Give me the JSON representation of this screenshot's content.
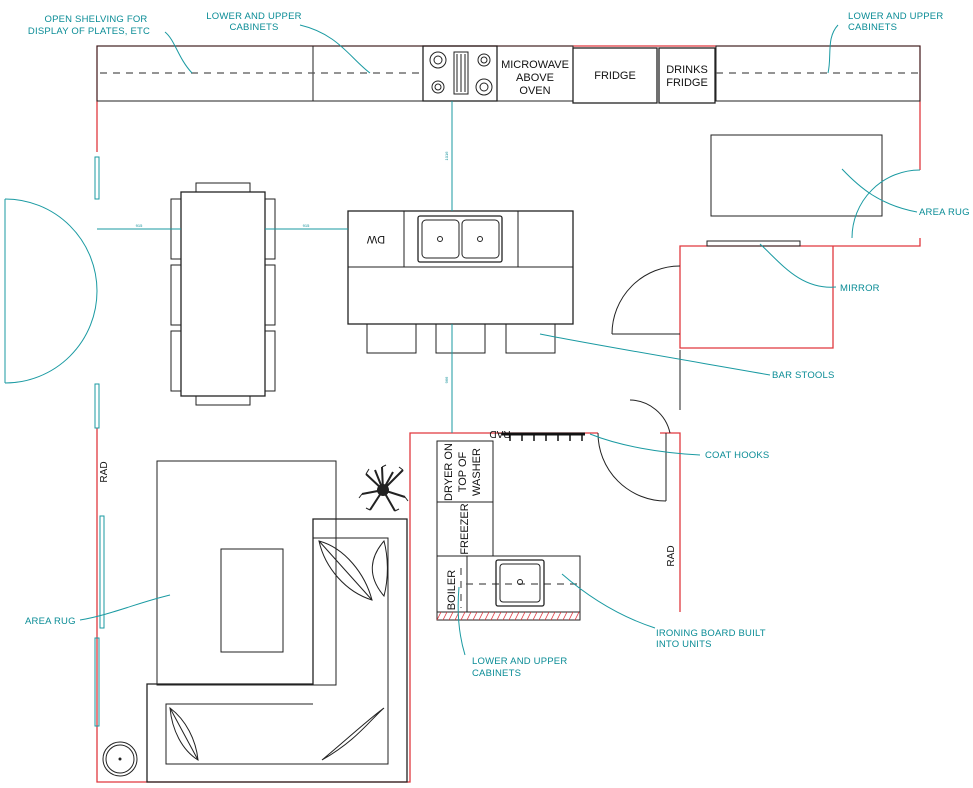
{
  "diagram": {
    "colors": {
      "walls": "#e0383e",
      "annotations": "#0a8c96",
      "fixtures": "#222222",
      "hatch": "#e0383e"
    },
    "annotations": {
      "open_shelving_1": "OPEN SHELVING FOR",
      "open_shelving_2": "DISPLAY OF PLATES, ETC",
      "lower_upper_left_1": "LOWER AND UPPER",
      "lower_upper_left_2": "CABINETS",
      "lower_upper_right_1": "LOWER AND UPPER",
      "lower_upper_right_2": "CABINETS",
      "area_rug_right": "AREA RUG",
      "mirror": "MIRROR",
      "bar_stools": "BAR STOOLS",
      "coat_hooks": "COAT HOOKS",
      "area_rug_left": "AREA RUG",
      "ironing_1": "IRONING BOARD BUILT",
      "ironing_2": "INTO UNITS",
      "lower_upper_utility_1": "LOWER AND UPPER",
      "lower_upper_utility_2": "CABINETS"
    },
    "appliances": {
      "microwave_1": "MICROWAVE",
      "microwave_2": "ABOVE",
      "microwave_3": "OVEN",
      "fridge": "FRIDGE",
      "drinks_1": "DRINKS",
      "drinks_2": "FRIDGE",
      "dishwasher": "DW",
      "dryer_1": "DRYER ON",
      "dryer_2": "TOP OF",
      "dryer_3": "WASHER",
      "freezer": "FREEZER",
      "boiler": "BOILER"
    },
    "radiators": {
      "left": "RAD",
      "utility": "RAD",
      "hall": "RAD"
    },
    "dimensions": {
      "table_left": "915",
      "table_right": "915",
      "kitchen_top": "1016",
      "island_bottom": "966"
    },
    "icons": [
      "potted-plant-icon",
      "hob-icon",
      "sink-icon"
    ]
  }
}
